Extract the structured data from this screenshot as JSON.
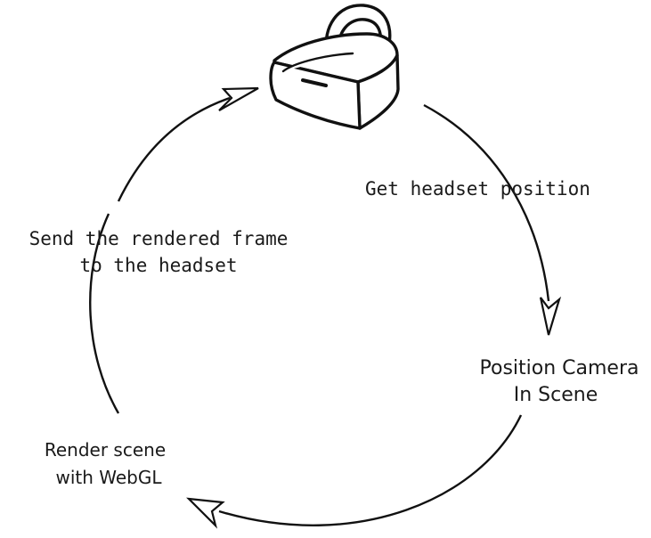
{
  "steps": {
    "get_position": "Get headset position",
    "position_camera_line1": "Position Camera",
    "position_camera_line2": "In Scene",
    "render_line1": "Render scene",
    "render_line2": "with WebGL",
    "send_line1": "Send the rendered frame",
    "send_line2": "to the headset"
  },
  "icons": {
    "headset": "vr-headset-icon"
  }
}
